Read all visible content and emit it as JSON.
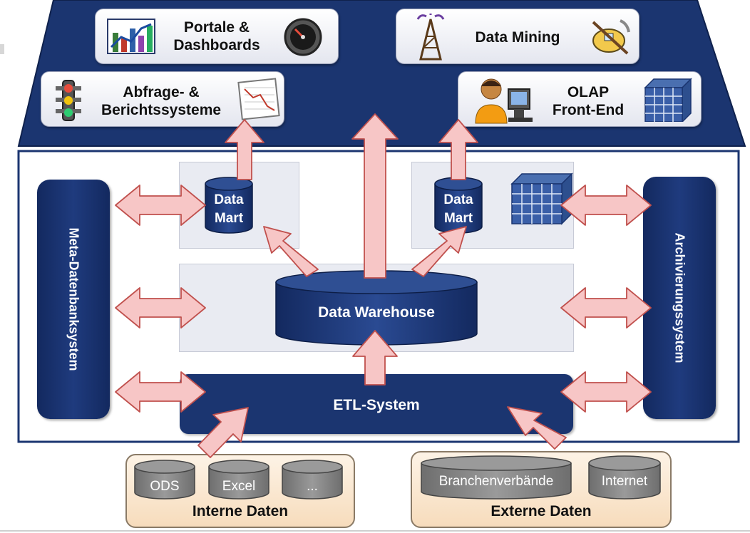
{
  "tools": {
    "portale": [
      "Portale &",
      "Dashboards"
    ],
    "data_mining": "Data Mining",
    "abfrage": [
      "Abfrage- &",
      "Berichtssysteme"
    ],
    "olap": [
      "OLAP",
      "Front-End"
    ]
  },
  "storage": {
    "data_mart_left": [
      "Data",
      "Mart"
    ],
    "data_mart_right": [
      "Data",
      "Mart"
    ],
    "data_warehouse": "Data Warehouse",
    "etl": "ETL-System",
    "meta": "Meta-Datenbanksystem",
    "archiv": "Archivierungssystem"
  },
  "sources": {
    "interne": {
      "title": "Interne Daten",
      "items": [
        "ODS",
        "Excel",
        "..."
      ]
    },
    "externe": {
      "title": "Externe Daten",
      "items": [
        "Branchenverbände",
        "Internet"
      ]
    }
  },
  "colors": {
    "navy": "#1b3570",
    "arrow_fill": "#f7c6c6",
    "arrow_stroke": "#c0504d",
    "source_fill": "#f9e4cc"
  }
}
